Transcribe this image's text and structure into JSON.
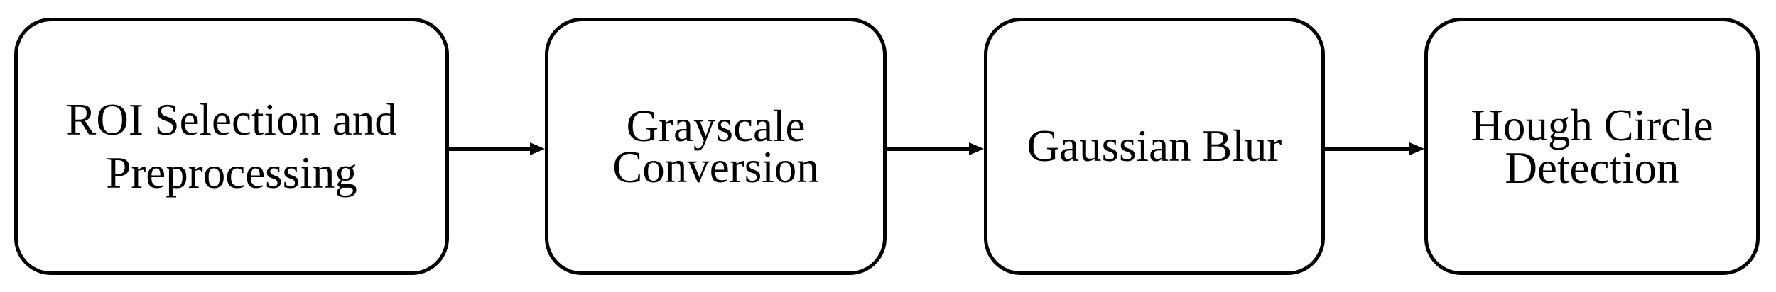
{
  "diagram": {
    "type": "flowchart",
    "direction": "left-to-right",
    "nodes": [
      {
        "id": "roi-selection",
        "label": "ROI Selection and\nPreprocessing"
      },
      {
        "id": "grayscale-conversion",
        "label": "Grayscale\nConversion"
      },
      {
        "id": "gaussian-blur",
        "label": "Gaussian Blur"
      },
      {
        "id": "hough-circle-detection",
        "label": "Hough Circle\nDetection"
      }
    ],
    "connections": [
      {
        "from": "roi-selection",
        "to": "grayscale-conversion",
        "style": "arrow-right"
      },
      {
        "from": "grayscale-conversion",
        "to": "gaussian-blur",
        "style": "arrow-right"
      },
      {
        "from": "gaussian-blur",
        "to": "hough-circle-detection",
        "style": "arrow-right"
      }
    ],
    "colors": {
      "border": "#000000",
      "fill": "#ffffff",
      "text": "#000000",
      "arrow": "#000000"
    }
  }
}
